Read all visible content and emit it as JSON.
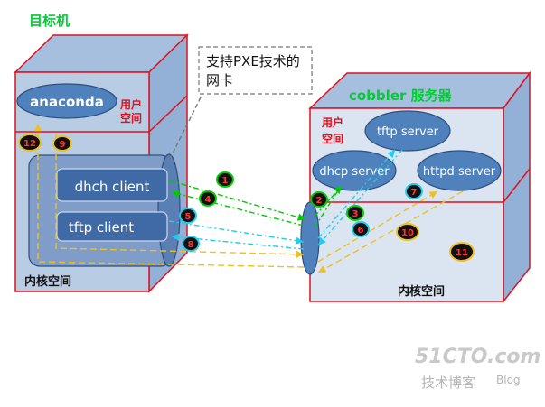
{
  "target_title": "目标机",
  "server_title": "cobbler 服务器",
  "callout_line1": "支持PXE技术的",
  "callout_line2": "网卡",
  "target_user_space": [
    "用户",
    "空间"
  ],
  "server_user_space": [
    "用户",
    "空间"
  ],
  "target_kernel_space": "内核空间",
  "server_kernel_space": "内核空间",
  "nodes": {
    "anaconda": "anaconda",
    "dhcp_client": "dhch client",
    "tftp_client": "tftp client",
    "tftp_server": "tftp server",
    "dhcp_server": "dhcp server",
    "httpd_server": "httpd server"
  },
  "steps": [
    "1",
    "2",
    "3",
    "4",
    "5",
    "6",
    "7",
    "8",
    "9",
    "10",
    "11",
    "12"
  ],
  "watermark_main": "51CTO.com",
  "watermark_sub": "技术博客",
  "watermark_blog": "Blog",
  "colors": {
    "box_front": "#b8cce4",
    "box_top": "#a7bfdf",
    "box_side": "#93b0d6",
    "border_red": "#e0101e",
    "node_fill": "#4f81bd",
    "green": "#00cc00",
    "cyan": "#22ccee",
    "yellow": "#f0c020",
    "badge": "#111111"
  }
}
